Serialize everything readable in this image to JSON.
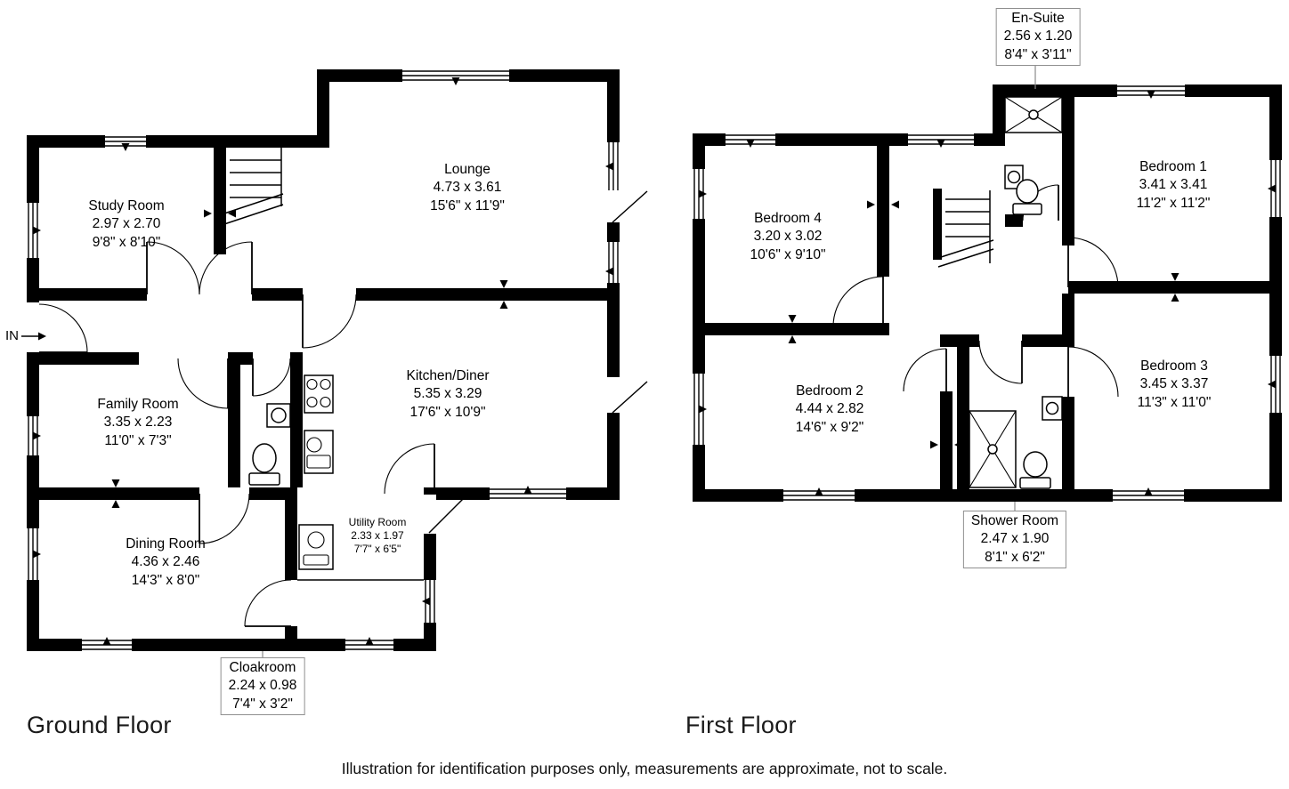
{
  "colors": {
    "wall": "#000000",
    "background": "#ffffff",
    "label_box_border": "#8f8f8f"
  },
  "entrance": {
    "label": "IN"
  },
  "icons": {
    "entrance-arrow-icon": "right-arrow"
  },
  "ground_floor": {
    "title": "Ground Floor",
    "rooms": [
      {
        "name": "Study Room",
        "metric": "2.97 x 2.70",
        "imperial": "9'8\" x 8'10\""
      },
      {
        "name": "Lounge",
        "metric": "4.73 x 3.61",
        "imperial": "15'6\" x 11'9\""
      },
      {
        "name": "Family Room",
        "metric": "3.35 x 2.23",
        "imperial": "11'0\" x 7'3\""
      },
      {
        "name": "Kitchen/Diner",
        "metric": "5.35 x 3.29",
        "imperial": "17'6\" x 10'9\""
      },
      {
        "name": "Dining Room",
        "metric": "4.36 x 2.46",
        "imperial": "14'3\" x 8'0\""
      },
      {
        "name": "Utility Room",
        "metric": "2.33 x 1.97",
        "imperial": "7'7\" x 6'5\""
      },
      {
        "name": "Cloakroom",
        "metric": "2.24 x 0.98",
        "imperial": "7'4\" x 3'2\""
      }
    ]
  },
  "first_floor": {
    "title": "First Floor",
    "rooms": [
      {
        "name": "En-Suite",
        "metric": "2.56 x 1.20",
        "imperial": "8'4\" x 3'11\""
      },
      {
        "name": "Bedroom 1",
        "metric": "3.41 x 3.41",
        "imperial": "11'2\" x 11'2\""
      },
      {
        "name": "Bedroom 4",
        "metric": "3.20 x 3.02",
        "imperial": "10'6\" x 9'10\""
      },
      {
        "name": "Bedroom 2",
        "metric": "4.44 x 2.82",
        "imperial": "14'6\" x 9'2\""
      },
      {
        "name": "Bedroom 3",
        "metric": "3.45 x 3.37",
        "imperial": "11'3\" x 11'0\""
      },
      {
        "name": "Shower Room",
        "metric": "2.47 x 1.90",
        "imperial": "8'1\" x 6'2\""
      }
    ]
  },
  "footer": {
    "disclaimer": "Illustration for identification purposes only, measurements are approximate, not to scale."
  }
}
